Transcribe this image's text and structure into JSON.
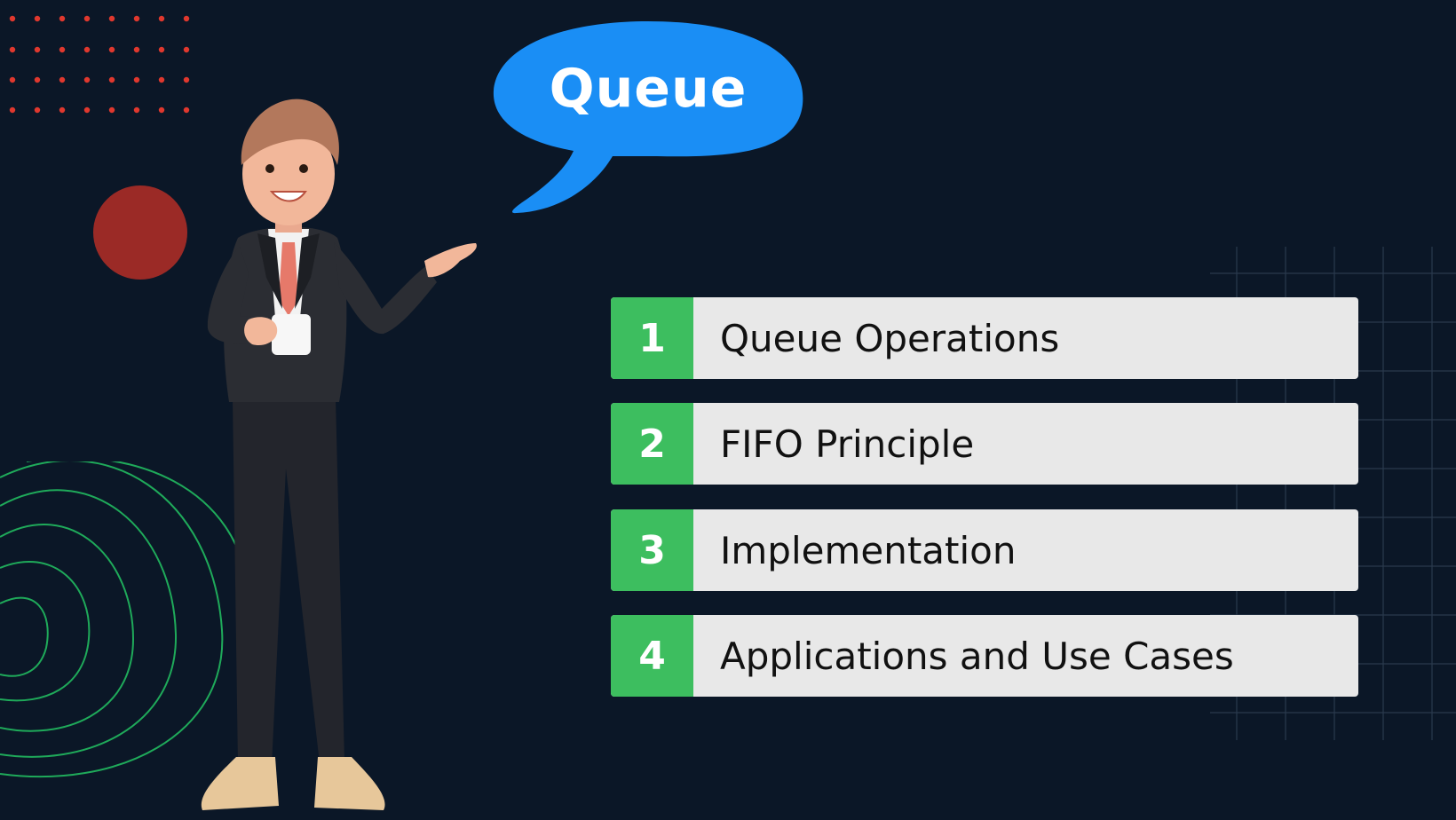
{
  "bubble": {
    "title": "Queue"
  },
  "agenda": {
    "items": [
      {
        "number": "1",
        "label": "Queue Operations"
      },
      {
        "number": "2",
        "label": "FIFO Principle"
      },
      {
        "number": "3",
        "label": "Implementation"
      },
      {
        "number": "4",
        "label": "Applications and Use Cases"
      }
    ]
  },
  "colors": {
    "background": "#0b1727",
    "bubble": "#1a8ef5",
    "number_box": "#3dbe5f",
    "row_bg": "#e8e8e8",
    "accent_red": "#e0382e",
    "contour_green": "#1faa5a"
  },
  "illustration": {
    "character": "businessman-holding-mug-icon"
  }
}
